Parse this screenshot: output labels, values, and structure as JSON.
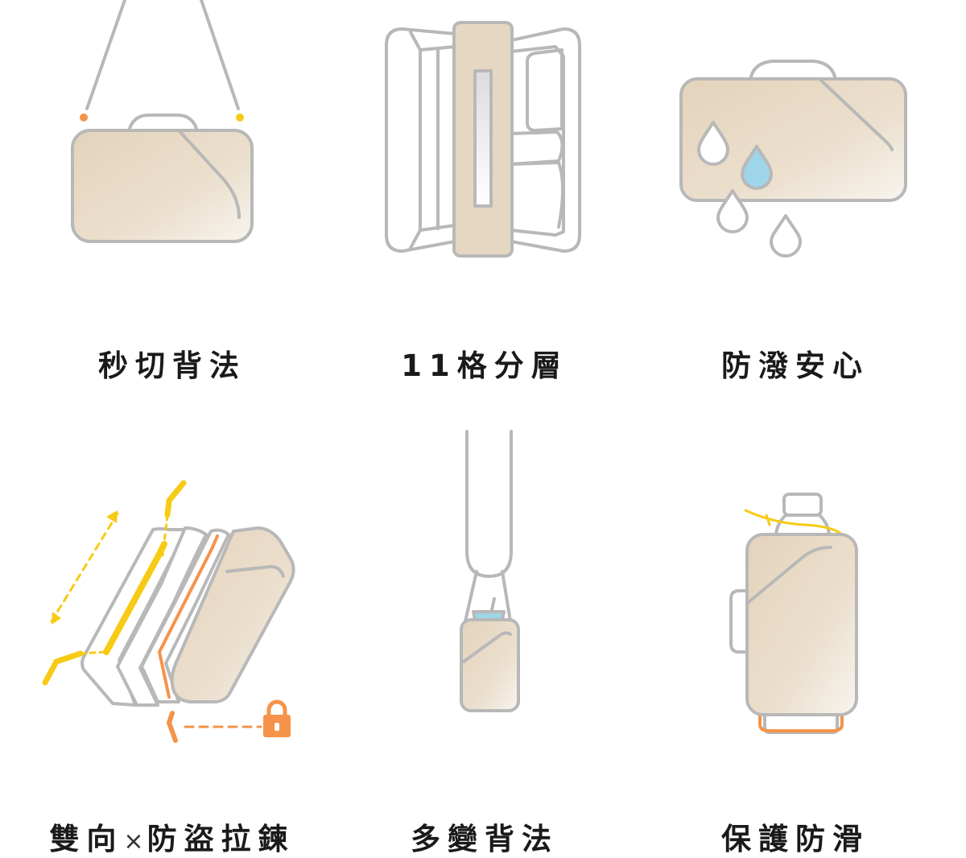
{
  "features": [
    {
      "label": "秒切背法",
      "icon": "crossbody-bag-icon"
    },
    {
      "label": "11格分層",
      "icon": "organizer-layers-icon"
    },
    {
      "label": "防潑安心",
      "icon": "water-repellent-icon"
    },
    {
      "label_parts": [
        "雙向",
        "×",
        "防盜拉鍊"
      ],
      "icon": "two-way-zipper-lock-icon"
    },
    {
      "label": "多變背法",
      "icon": "versatile-carry-icon"
    },
    {
      "label": "保護防滑",
      "icon": "bottle-protect-icon"
    }
  ],
  "colors": {
    "outline": "#b8b8b8",
    "bag_fill": "#e6d7c2",
    "accent_orange": "#f5934a",
    "accent_yellow": "#f7cb15",
    "water_blue": "#9fd5e8",
    "text": "#1a1a1a"
  }
}
